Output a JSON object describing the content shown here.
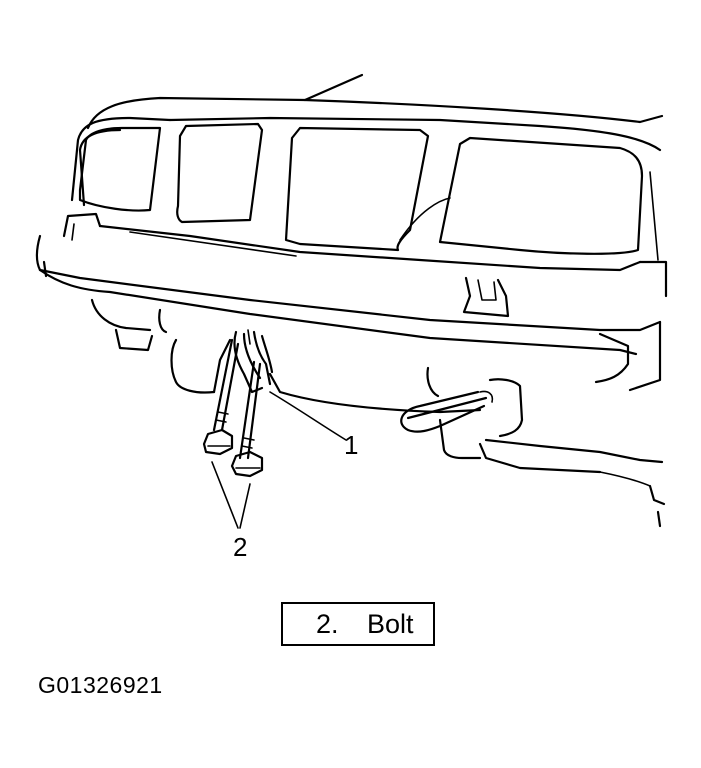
{
  "callouts": {
    "item_1": "1",
    "item_2": "2"
  },
  "legend": {
    "number": "2.",
    "label": "Bolt"
  },
  "figure_id": "G01326921"
}
